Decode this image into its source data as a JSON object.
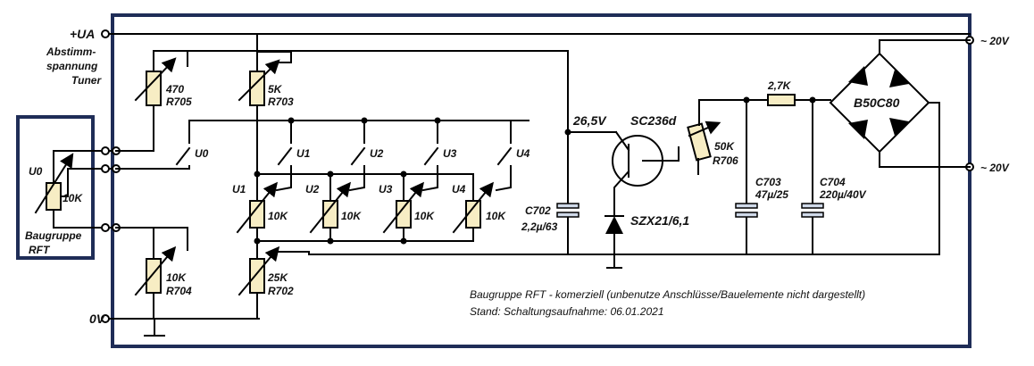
{
  "labels": {
    "ua": "+UA",
    "tuner1": "Abstimm-",
    "tuner2": "spannung",
    "tuner3": "Tuner",
    "zero_v": "0V",
    "ac1": "~ 20V",
    "ac2": "~ 20V",
    "module1": "Baugruppe",
    "module2": "RFT",
    "u0_left": "U0",
    "pot_left": "10K",
    "r705_val": "470",
    "r705": "R705",
    "r703_val": "5K",
    "r703": "R703",
    "r704_val": "10K",
    "r704": "R704",
    "r702_val": "25K",
    "r702": "R702",
    "sw0": "U0",
    "sw1": "U1",
    "sw2": "U2",
    "sw3": "U3",
    "sw4": "U4",
    "p1": "U1",
    "p2": "U2",
    "p3": "U3",
    "p4": "U4",
    "p1v": "10K",
    "p2v": "10K",
    "p3v": "10K",
    "p4v": "10K",
    "v265": "26,5V",
    "transistor": "SC236d",
    "zener": "SZX21/6,1",
    "c702a": "C702",
    "c702b": "2,2µ/63",
    "r706_val": "50K",
    "r706": "R706",
    "r27": "2,7K",
    "c703a": "C703",
    "c703b": "47µ/25",
    "c704a": "C704",
    "c704b": "220µ/40V",
    "bridge": "B50C80",
    "note1": "Baugruppe RFT - komerziell (unbenutze Anschlüsse/Bauelemente nicht dargestellt)",
    "note2": "Stand: Schaltungsaufnahme: 06.01.2021"
  }
}
